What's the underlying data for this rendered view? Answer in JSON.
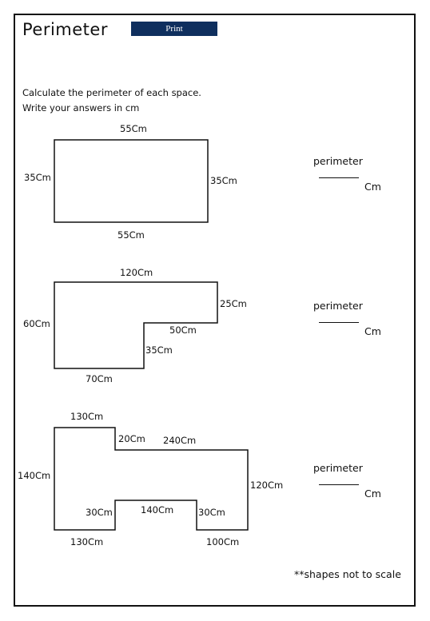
{
  "header": {
    "title": "Perimeter",
    "print_label": "Print"
  },
  "instructions": {
    "line1": "Calculate the perimeter of each space.",
    "line2": "Write your answers in cm"
  },
  "shape1": {
    "top": "55Cm",
    "left": "35Cm",
    "right": "35Cm",
    "bottom": "55Cm"
  },
  "shape2": {
    "top": "120Cm",
    "right": "25Cm",
    "left": "60Cm",
    "step_h": "50Cm",
    "step_v": "35Cm",
    "bottom": "70Cm"
  },
  "shape3": {
    "top_left": "130Cm",
    "notch_v": "20Cm",
    "top_right": "240Cm",
    "left": "140Cm",
    "right": "120Cm",
    "inner_left": "30Cm",
    "inner_mid": "140Cm",
    "inner_right": "30Cm",
    "bottom_left": "130Cm",
    "bottom_right": "100Cm"
  },
  "answer": {
    "label": "perimeter",
    "unit": "Cm"
  },
  "footer": {
    "note": "**shapes not to scale"
  }
}
